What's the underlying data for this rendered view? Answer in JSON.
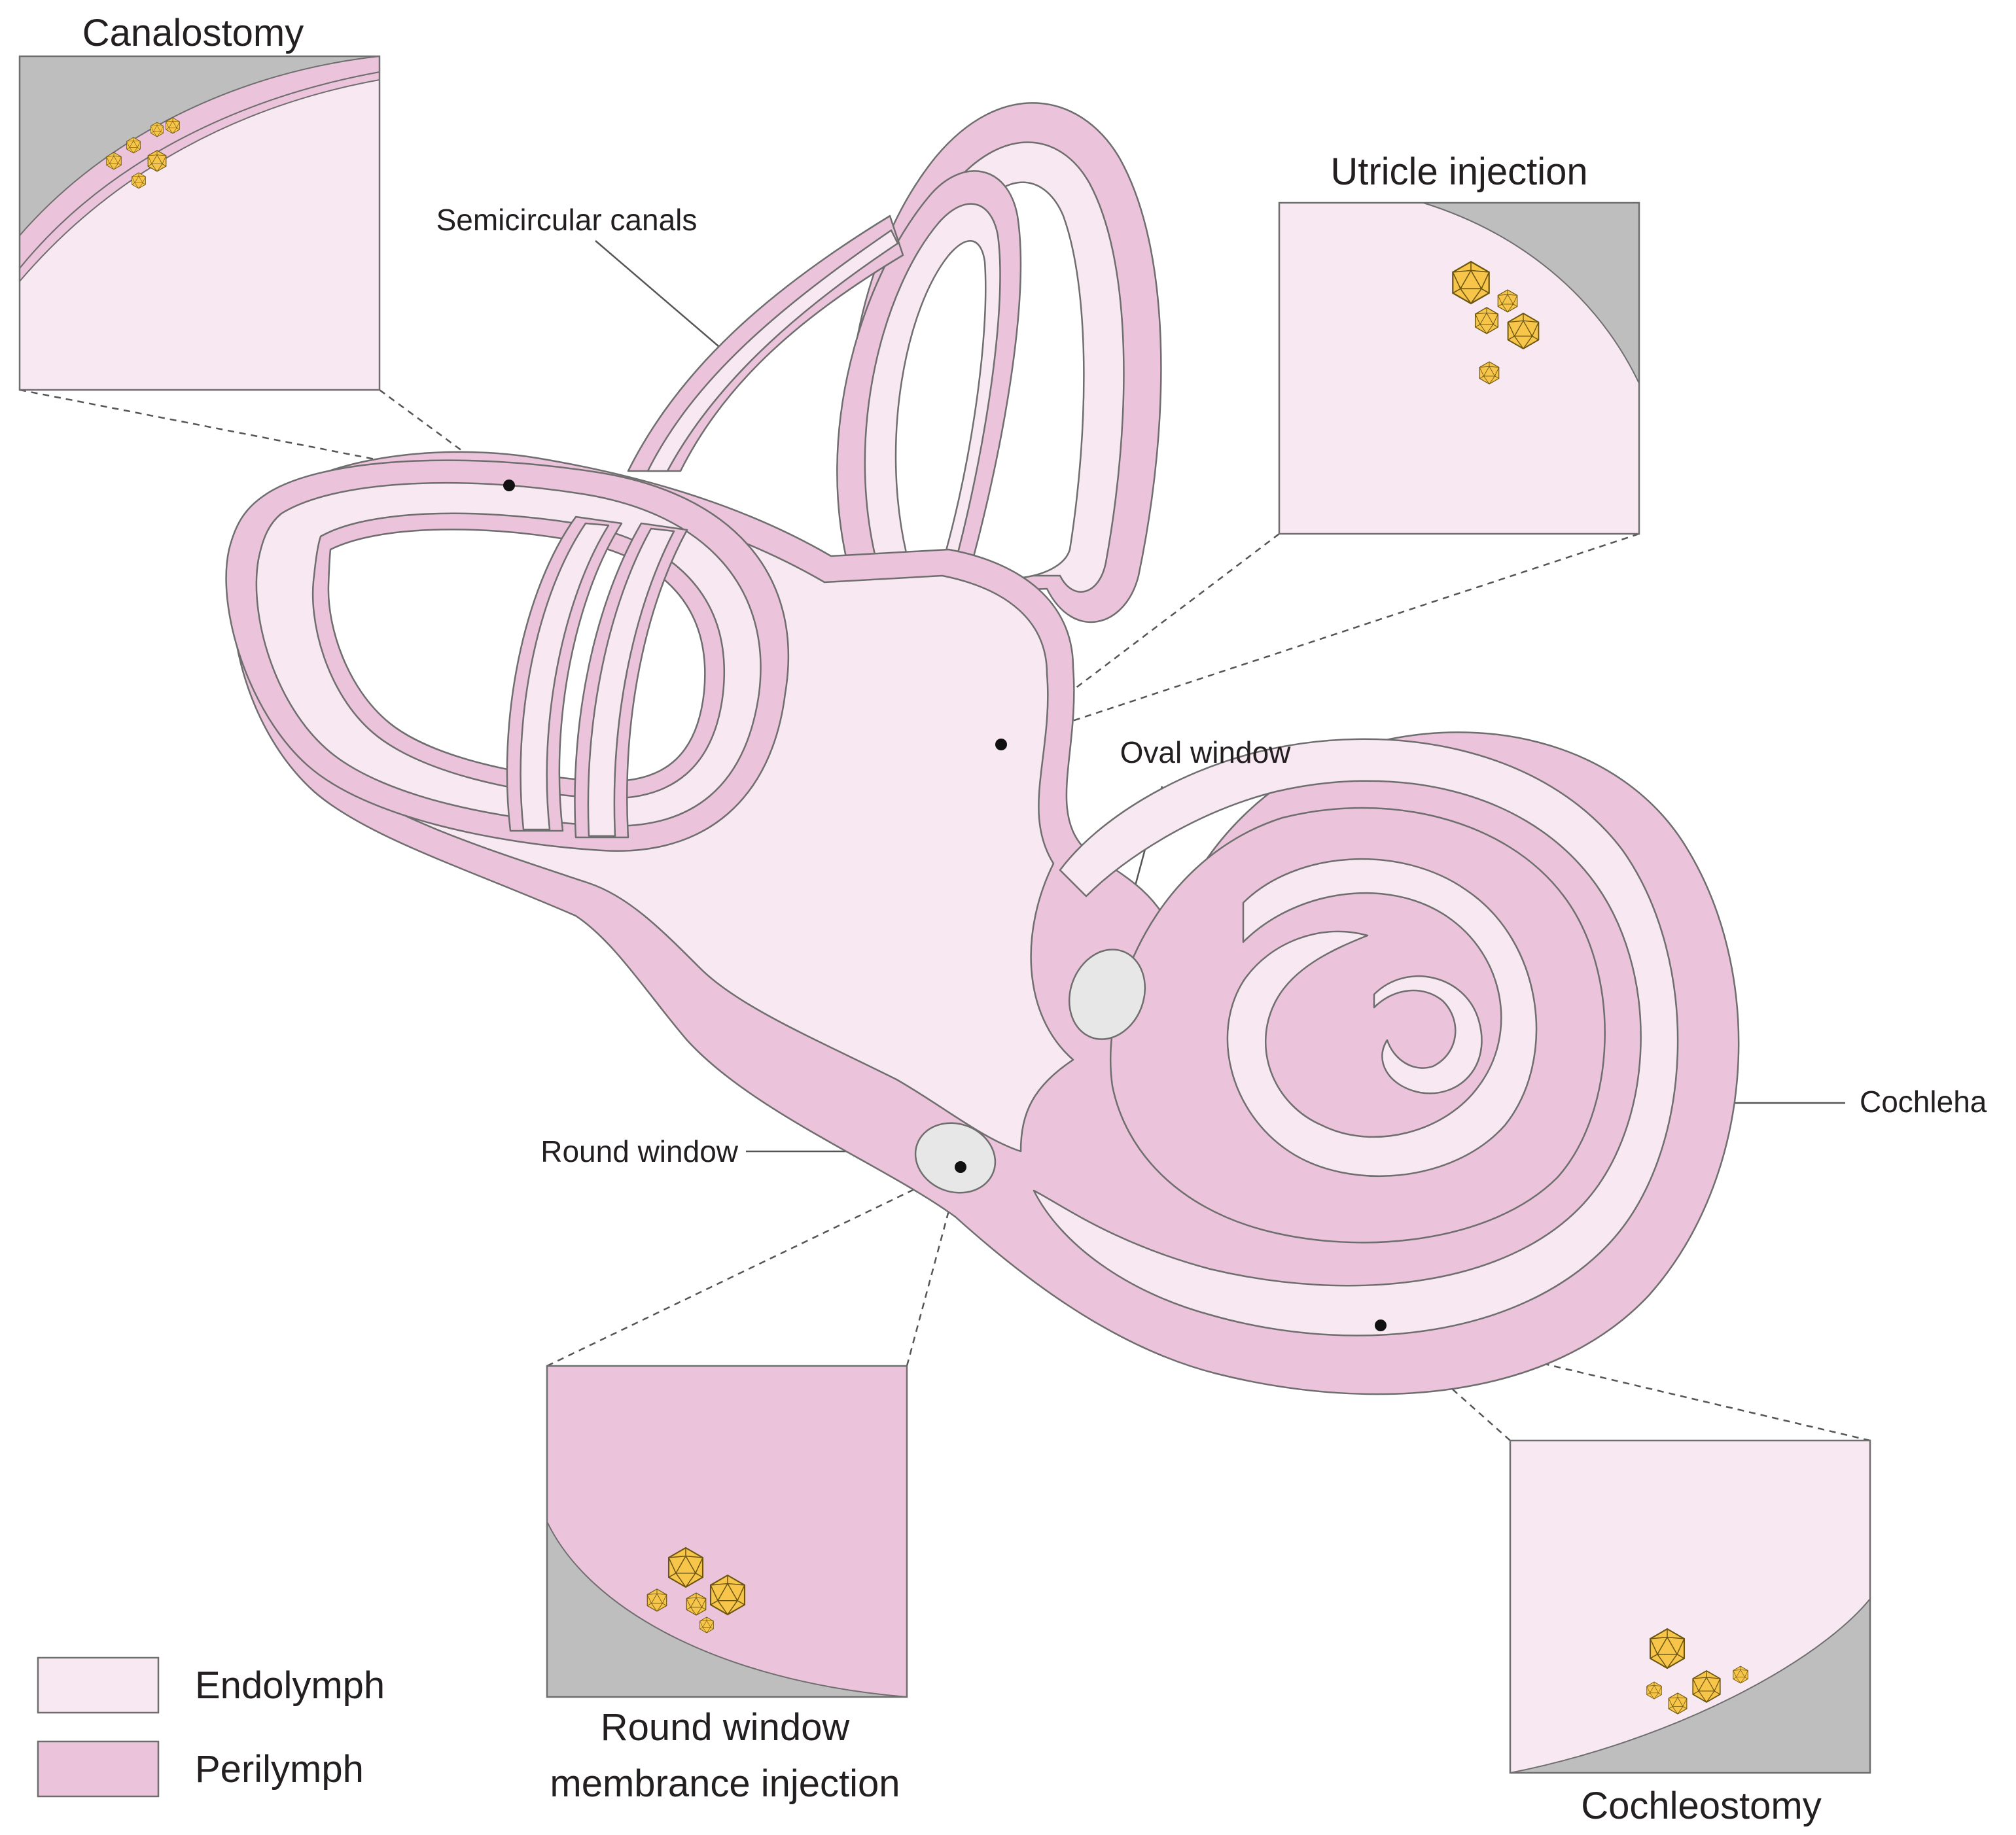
{
  "colors": {
    "endolymph": "#f8e8f1",
    "perilymph": "#ebc3da",
    "bone": "#bebebe",
    "window": "#e7e7e7",
    "virus": "#f7c54a",
    "outline": "#6e6e6e"
  },
  "insets": {
    "canalostomy": {
      "title": "Canalostomy"
    },
    "utricle": {
      "title": "Utricle injection"
    },
    "round_window": {
      "title_line1": "Round window",
      "title_line2": "membrance injection"
    },
    "cochleostomy": {
      "title": "Cochleostomy"
    }
  },
  "labels": {
    "semicircular_canals": "Semicircular canals",
    "oval_window": "Oval window",
    "round_window": "Round window",
    "cochlea": "Cochleha"
  },
  "legend": [
    {
      "label": "Endolymph",
      "color_key": "endolymph"
    },
    {
      "label": "Perilymph",
      "color_key": "perilymph"
    }
  ]
}
